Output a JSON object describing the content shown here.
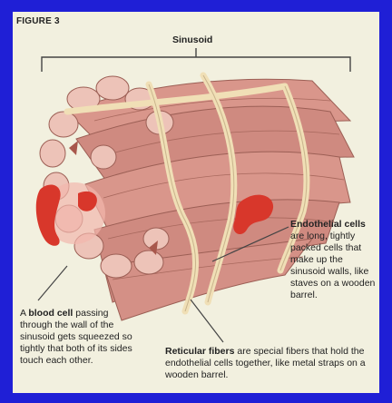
{
  "figure_label": "FIGURE 3",
  "sinusoid_label": "Sinusoid",
  "endothelial": {
    "term": "Endothelial cells",
    "rest": " are long, tightly packed cells that make up the sinusoid walls, like staves on a wooden barrel."
  },
  "blood_cell": {
    "lead": "A ",
    "term": "blood cell",
    "rest": " passing through the wall of the sinusoid gets squeezed so tightly that both of its sides touch each other."
  },
  "reticular": {
    "term": "Reticular fibers",
    "rest": " are special fibers that hold the endothelial cells together, like metal straps on a wooden barrel."
  },
  "colors": {
    "background": "#1f1fd6",
    "panel": "#f2f0df",
    "cell_fill": "#d9968b",
    "cell_stroke": "#9c5f55",
    "fiber": "#f0dfb6",
    "blood": "#d8372b"
  }
}
